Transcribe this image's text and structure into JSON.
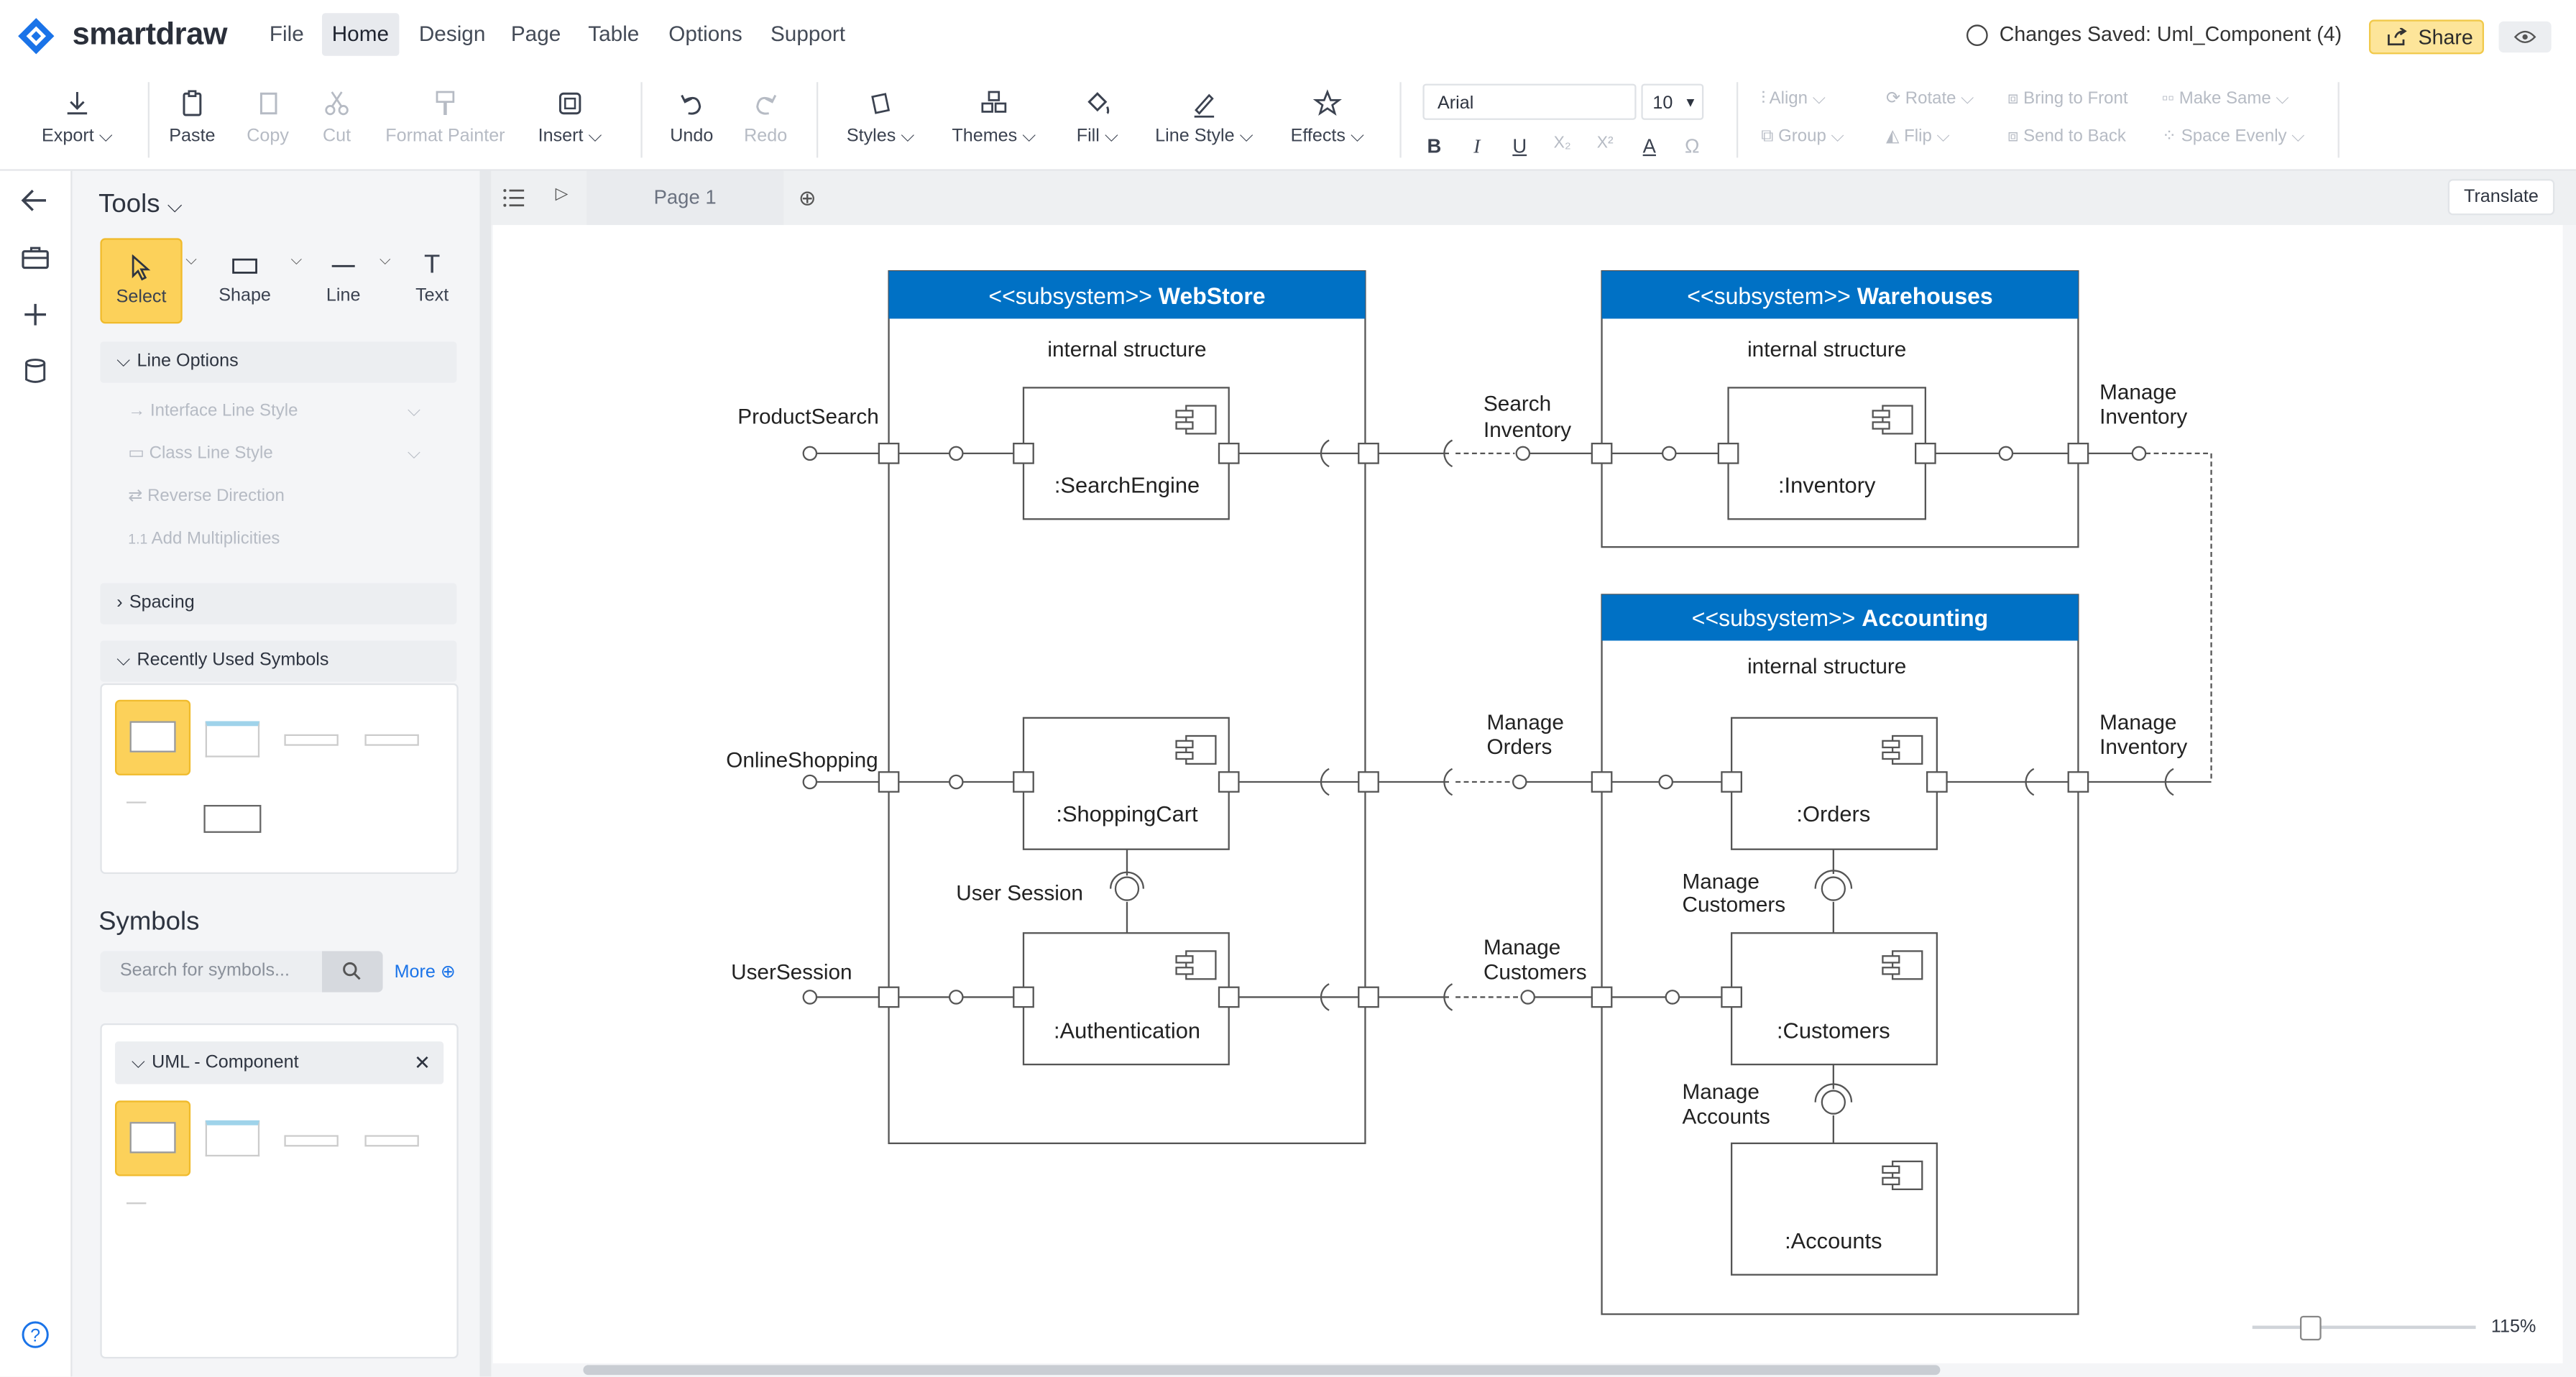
{
  "app": {
    "logo": "smartdraw",
    "menu": [
      "File",
      "Home",
      "Design",
      "Page",
      "Table",
      "Options",
      "Support"
    ],
    "active_menu": "Home",
    "save_status": "Changes Saved: Uml_Component (4)",
    "share_label": "Share"
  },
  "toolbar": {
    "export": "Export",
    "paste": "Paste",
    "copy": "Copy",
    "cut": "Cut",
    "format_painter": "Format Painter",
    "insert": "Insert",
    "undo": "Undo",
    "redo": "Redo",
    "styles": "Styles",
    "themes": "Themes",
    "fill": "Fill",
    "line_style": "Line Style",
    "effects": "Effects",
    "font": "Arial",
    "font_size": "10",
    "align": "Align",
    "group": "Group",
    "rotate": "Rotate",
    "flip": "Flip",
    "bring_front": "Bring to Front",
    "send_back": "Send to Back",
    "make_same": "Make Same",
    "space_evenly": "Space Evenly"
  },
  "panel": {
    "tools_title": "Tools",
    "tools": [
      "Select",
      "Shape",
      "Line",
      "Text"
    ],
    "line_options": "Line Options",
    "line_options_items": [
      "Interface Line Style",
      "Class Line Style",
      "Reverse Direction",
      "Add Multiplicities"
    ],
    "multiplicity_prefix": "1.1",
    "spacing": "Spacing",
    "recent": "Recently Used Symbols",
    "symbols_title": "Symbols",
    "search_placeholder": "Search for symbols...",
    "more": "More",
    "library": "UML - Component"
  },
  "page_tab": "Page 1",
  "translate": "Translate",
  "zoom": "115%",
  "diagram": {
    "stereotype": "<<subsystem>>",
    "internal_structure": "internal structure",
    "subsystems": [
      "WebStore",
      "Warehouses",
      "Accounting"
    ],
    "components": [
      ":SearchEngine",
      ":ShoppingCart",
      ":Authentication",
      ":Inventory",
      ":Orders",
      ":Customers",
      ":Accounts"
    ],
    "ports_left": [
      "ProductSearch",
      "OnlineShopping",
      "UserSession"
    ],
    "user_session": "User Session",
    "search_inventory": [
      "Search",
      "Inventory"
    ],
    "manage_orders": [
      "Manage",
      "Orders"
    ],
    "manage_customers_mid": [
      "Manage",
      "Customers"
    ],
    "manage_inventory": [
      "Manage",
      "Inventory"
    ],
    "manage_customers": [
      "Manage",
      "Customers"
    ],
    "manage_accounts": [
      "Manage",
      "Accounts"
    ]
  },
  "colors": {
    "accent": "#0071c5",
    "select": "#fcd15a",
    "share": "#fde59a"
  }
}
